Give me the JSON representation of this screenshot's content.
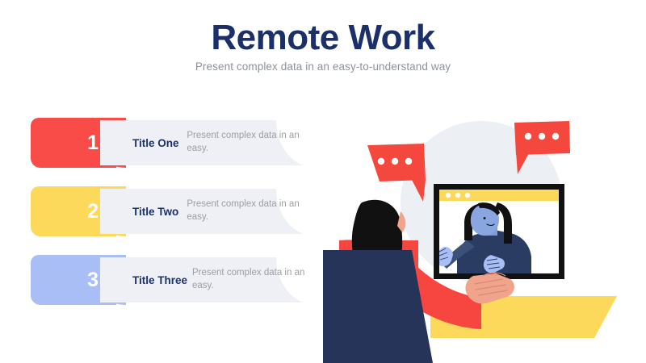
{
  "header": {
    "title": "Remote Work",
    "subtitle": "Present complex data in an easy-to-understand way"
  },
  "list": {
    "rows": [
      {
        "number": "1",
        "title": "Title One",
        "description": "Present complex data in an easy.",
        "color": "#f94b47"
      },
      {
        "number": "2",
        "title": "Title Two",
        "description": "Present complex data in an easy.",
        "color": "#fcd95b"
      },
      {
        "number": "3",
        "title": "Title Three",
        "description": "Present complex data in an easy.",
        "color": "#a8bef5"
      }
    ]
  },
  "illustration": {
    "name": "remote-work-video-call-illustration",
    "elements": {
      "background_circle": "light-gray-circle",
      "left_speech_bubble": "speech-bubble-icon",
      "right_speech_bubble": "speech-bubble-icon",
      "monitor": "monitor-icon",
      "browser_bar_dots": 3,
      "person_front": "person-back-view",
      "person_on_screen": "person-waving",
      "desk": "desk-shape"
    }
  },
  "colors": {
    "title_navy": "#1b3069",
    "subtitle_gray": "#8d9199",
    "panel_gray": "#eef0f5",
    "desc_gray": "#9a9ea6",
    "red": "#f94b47",
    "yellow": "#fcd95b",
    "periwinkle": "#a8bef5",
    "navy": "#263459",
    "black": "#111111",
    "skin": "#f0a48c",
    "bg_circle": "#eceff4",
    "white": "#ffffff"
  }
}
